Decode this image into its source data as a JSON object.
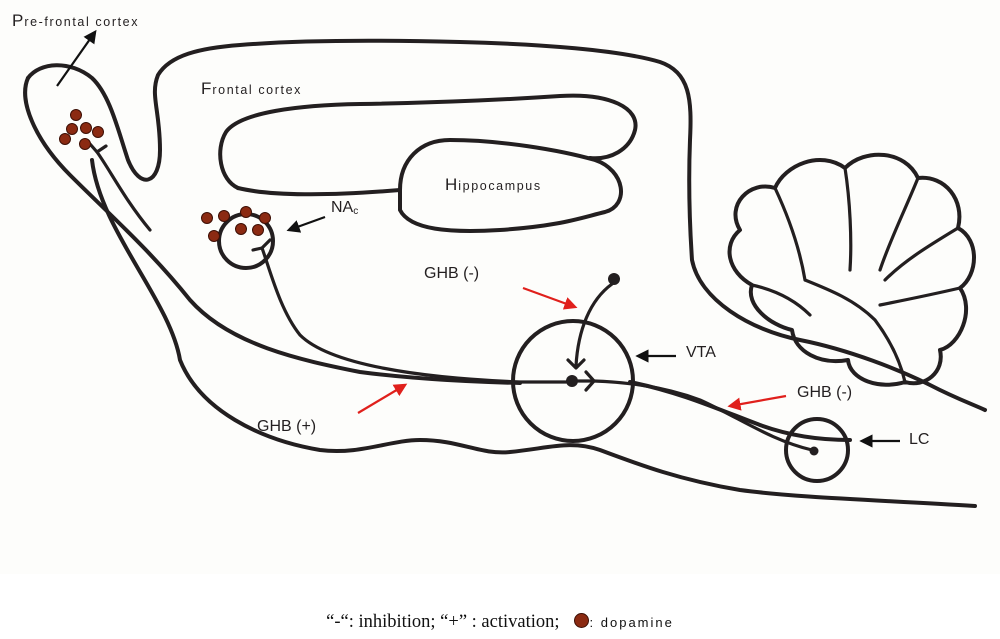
{
  "labels": {
    "prefrontal_cap": "P",
    "prefrontal_rest": "re-frontal cortex",
    "frontal_cap": "F",
    "frontal_rest": "rontal cortex",
    "hippocampus_cap": "H",
    "hippocampus_rest": "ippocampus",
    "nac_main": "NA",
    "nac_sub": "c",
    "vta": "VTA",
    "lc": "LC",
    "ghb_vta_input": "GHB (-)",
    "ghb_lc_input": "GHB (-)",
    "ghb_nac_pathway": "GHB (+)"
  },
  "caption": {
    "legend_text": "“-“: inhibition; “+” : activation;",
    "dopamine_key_label": ": dopamine"
  },
  "colors": {
    "outline": "#231f20",
    "dopamine": "#8b2a12",
    "ghb_arrow": "#e0201c",
    "pointer_arrow": "#111111"
  }
}
